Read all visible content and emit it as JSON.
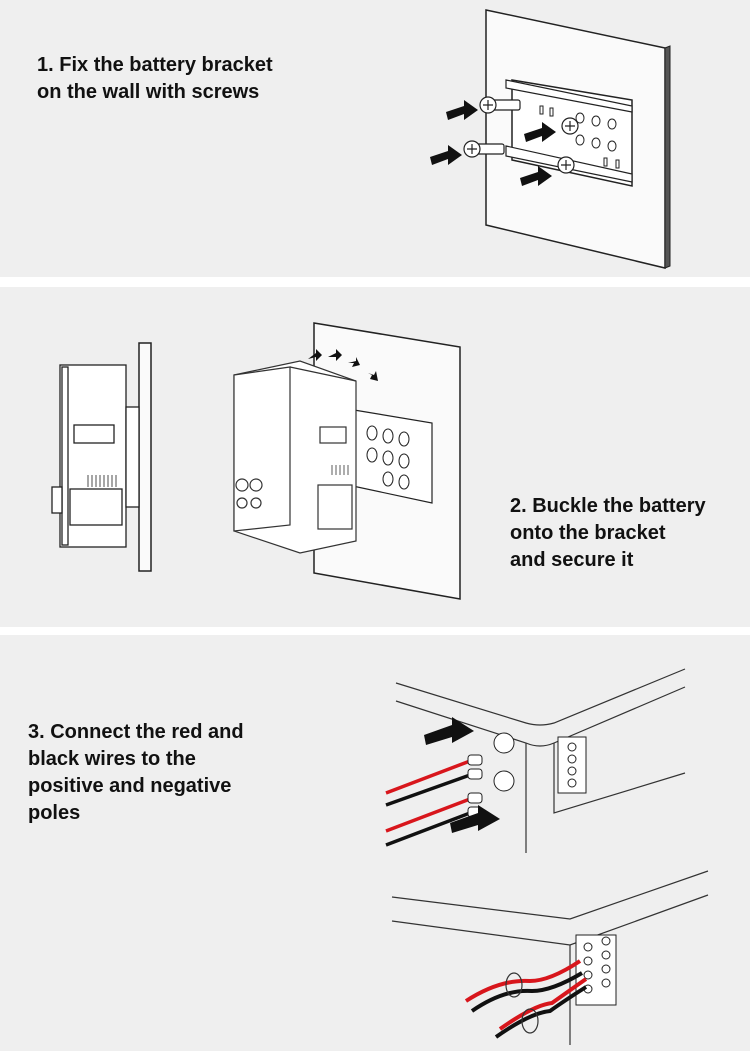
{
  "steps": [
    {
      "text": "1. Fix the battery bracket\n    on the wall with screws"
    },
    {
      "text": "2. Buckle the battery\n    onto the bracket\n    and secure it"
    },
    {
      "text": "3. Connect the red and\n    black wires to the\n    positive and negative\n    poles"
    }
  ],
  "colors": {
    "panel_bg": "#efefef",
    "wire_red": "#d8161c",
    "wire_black": "#111111",
    "line": "#222222"
  },
  "icons": [
    "wall-panel-icon",
    "bracket-icon",
    "screw-icon",
    "arrow-icon",
    "battery-icon",
    "terminal-block-icon",
    "wire-icon"
  ]
}
